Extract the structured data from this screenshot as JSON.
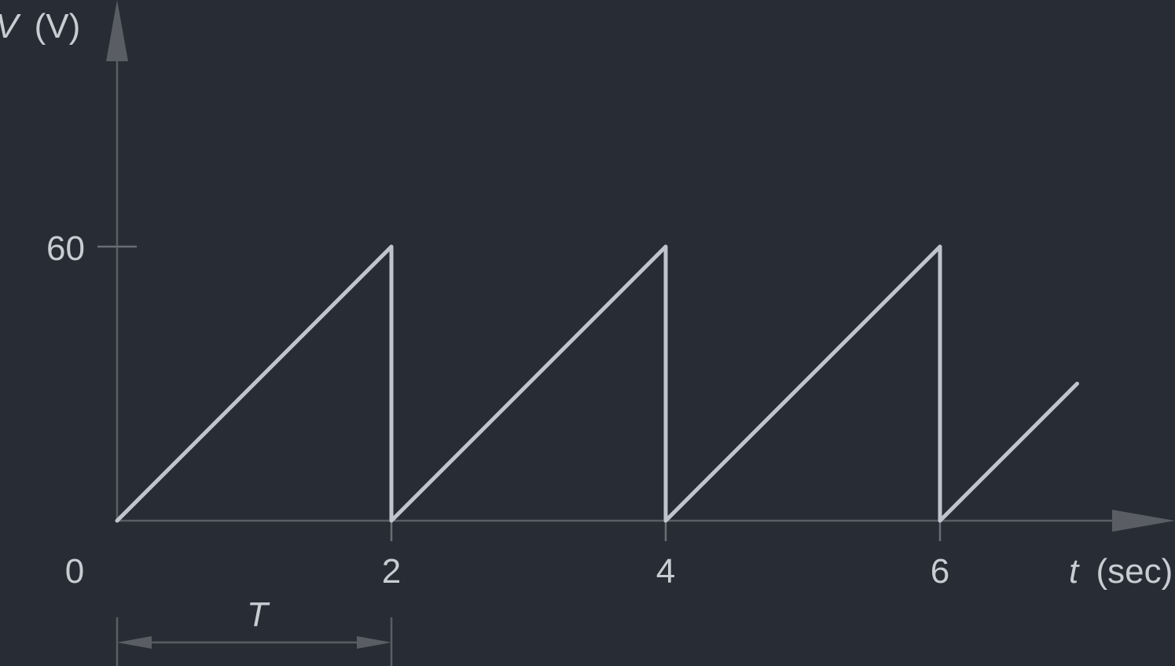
{
  "chart_data": {
    "type": "line",
    "title": "",
    "ylabel_var": "V",
    "ylabel_unit": "(V)",
    "xlabel_var": "t",
    "xlabel_unit": "(sec)",
    "origin_label": "0",
    "x_ticks": [
      "2",
      "4",
      "6"
    ],
    "y_ticks": [
      "60"
    ],
    "xlim": [
      0,
      7.7
    ],
    "ylim": [
      0,
      60
    ],
    "series": [
      {
        "x": [
          0,
          2,
          2,
          4,
          4,
          6,
          6,
          7
        ],
        "y": [
          0,
          60,
          0,
          60,
          0,
          60,
          0,
          30
        ]
      }
    ],
    "annotations": {
      "period_label": "T",
      "period_start": 0,
      "period_end": 2
    }
  }
}
